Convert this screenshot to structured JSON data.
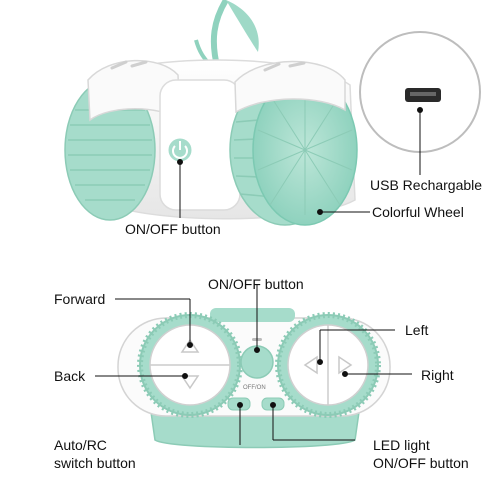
{
  "toy": {
    "labels": {
      "onoff": "ON/OFF button",
      "usb": "USB Rechargable",
      "wheel": "Colorful Wheel"
    }
  },
  "remote": {
    "labels": {
      "onoff": "ON/OFF button",
      "forward": "Forward",
      "back": "Back",
      "left": "Left",
      "right": "Right",
      "auto_rc_line1": "Auto/RC",
      "auto_rc_line2": "switch button",
      "led_line1": "LED light",
      "led_line2": "ON/OFF button"
    },
    "body_text": "OFF/ON"
  },
  "colors": {
    "mint": "#a6dccb",
    "mint_dark": "#7cc9b2",
    "shell": "#f4f4f4",
    "outline": "#d6d6d6"
  }
}
